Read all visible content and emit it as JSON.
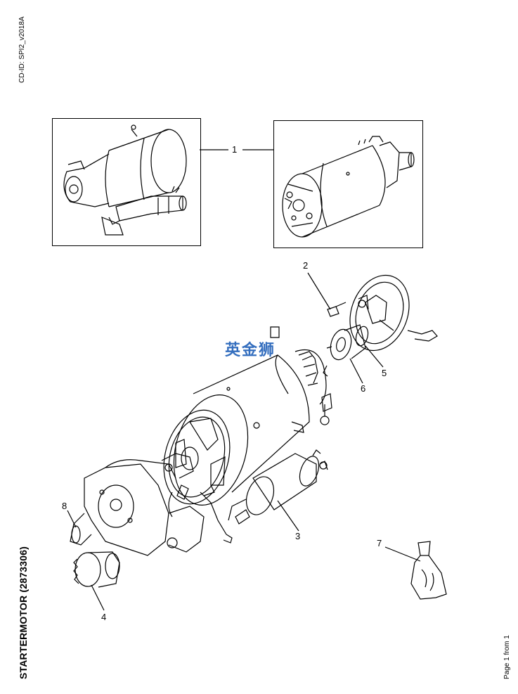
{
  "header": {
    "cd_id": "CD-ID: SPI2_v2018A"
  },
  "title": "STARTERMOTOR (2873306)",
  "footer": {
    "page": "Page 1 from 1"
  },
  "watermark": "英金狮",
  "callouts": [
    "1",
    "2",
    "3",
    "4",
    "5",
    "6",
    "7",
    "8"
  ],
  "icons": {
    "starter-motor-assembly-front": "starter-motor-front-view",
    "starter-motor-assembly-rear": "starter-motor-rear-view",
    "exploded-starter-motor": "exploded-view"
  }
}
